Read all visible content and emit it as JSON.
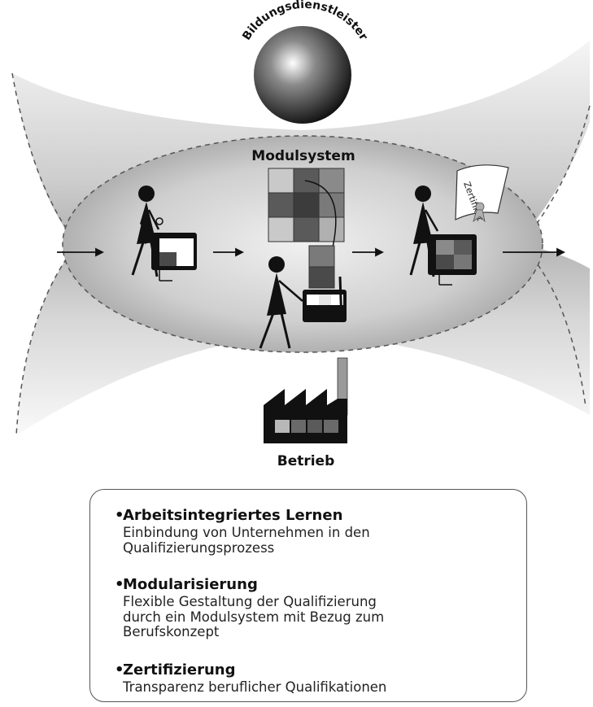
{
  "labels": {
    "provider": "Bildungsdienstleister",
    "module_system": "Modulsystem",
    "company": "Betrieb",
    "certificate": "Zertifikat"
  },
  "legend": [
    {
      "title": "Arbeitsintegriertes Lernen",
      "text": "Einbindung von Unternehmen in den\nQualifizierungsprozess"
    },
    {
      "title": "Modularisierung",
      "text": "Flexible Gestaltung der Qualifizierung\ndurch ein Modulsystem mit Bezug zum\nBerufskonzept"
    },
    {
      "title": "Zertifizierung",
      "text": "Transparenz beruflicher Qualifikationen"
    }
  ]
}
